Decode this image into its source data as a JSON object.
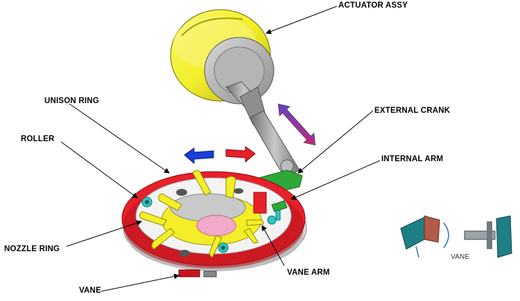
{
  "labels": {
    "actuator_assy": "ACTUATOR ASSY",
    "unison_ring": "UNISON RING",
    "external_crank": "EXTERNAL CRANK",
    "roller": "ROLLER",
    "internal_arm": "INTERNAL ARM",
    "nozzle_ring": "NOZZLE RING",
    "vane_arm": "VANE ARM",
    "vane": "VANE",
    "inset_vane": "VANE"
  },
  "colors": {
    "actuator_body": "#f2ef2a",
    "unison_ring": "#e8202a",
    "vane_arm": "#f4ee28",
    "roller": "#2cc6c4",
    "crank": "#2fa83a",
    "rod": "#9a9a9a",
    "center": "#f3a9c9",
    "arrow_blue": "#1a3fd6",
    "arrow_red": "#e8202a",
    "inset_vane_teal": "#1f7f86",
    "inset_vane_brown": "#b35a48"
  }
}
